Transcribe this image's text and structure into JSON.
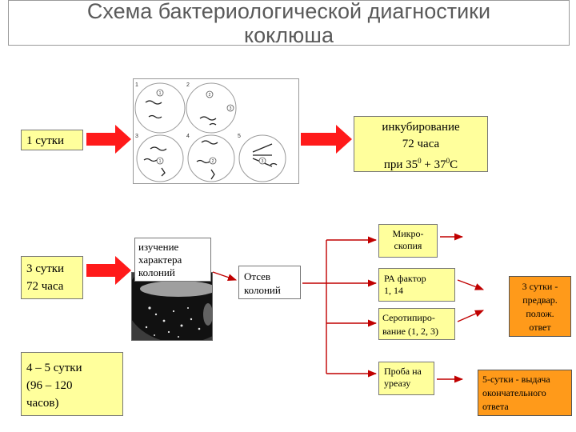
{
  "title": {
    "line1": "Схема бактериологической диагностики",
    "line2": "коклюша"
  },
  "day1": {
    "label": "1 сутки"
  },
  "incubation": {
    "line1": "инкубирование",
    "line2": "72 часа",
    "line3_pre": "при 35",
    "line3_sup1": "0",
    "line3_mid": " + 37",
    "line3_sup2": "0",
    "line3_post": "С"
  },
  "day3": {
    "line1": "3 сутки",
    "line2": "72 часа"
  },
  "colony_study": {
    "line1": "изучение",
    "line2": "характера",
    "line3": "колоний"
  },
  "subculture": {
    "line1": "Отсев",
    "line2": "колоний"
  },
  "microscopy": {
    "line1": "Микро-",
    "line2": "скопия"
  },
  "ra_factor": {
    "line1": "РА фактор",
    "line2": "1, 14"
  },
  "serotyping": {
    "line1": "Серотипиро-",
    "line2": "вание (1, 2, 3)"
  },
  "urease": {
    "line1": "Проба на",
    "line2": "уреазу"
  },
  "prelim": {
    "line1": "3 сутки -",
    "line2": "предвар.",
    "line3": "полож.",
    "line4": "ответ"
  },
  "day45": {
    "line1": "4 – 5 сутки",
    "line2": "(96 – 120",
    "line3": "часов)"
  },
  "final": {
    "line1": "5-сутки - выдача",
    "line2": "окончательного",
    "line3": "ответа"
  },
  "plates": {
    "numbers": [
      "1",
      "2",
      "3",
      "4",
      "5"
    ],
    "markers": [
      "1",
      "2",
      "3",
      "1",
      "2",
      "3"
    ]
  },
  "colors": {
    "arrow_red": "#ff1a1a",
    "line_red": "#c00000",
    "yellow_box": "#ffff9c",
    "orange_box": "#ff9a1a"
  }
}
